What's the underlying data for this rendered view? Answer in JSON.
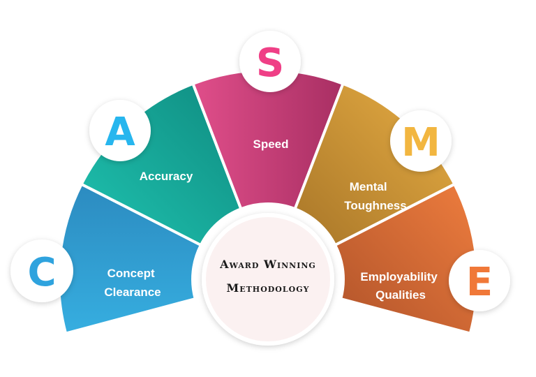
{
  "center": {
    "line1": "Award Winning",
    "line2": "Methodology"
  },
  "segments": [
    {
      "key": "c",
      "letter": "C",
      "label_line1": "Concept",
      "label_line2": "Clearance",
      "color_start": "#2c8bc0",
      "color_end": "#36aee0",
      "letter_color": "#2fa3de"
    },
    {
      "key": "a",
      "letter": "A",
      "label_line1": "Accuracy",
      "label_line2": "",
      "color_start": "#0f8b80",
      "color_end": "#1fc3b0",
      "letter_color": "#27b6ee"
    },
    {
      "key": "s",
      "letter": "S",
      "label_line1": "Speed",
      "label_line2": "",
      "color_start": "#a82f63",
      "color_end": "#e04e8a",
      "letter_color": "#ef3f86"
    },
    {
      "key": "m",
      "letter": "M",
      "label_line1": "Mental",
      "label_line2": "Toughness",
      "color_start": "#a87628",
      "color_end": "#e8ae44",
      "letter_color": "#f2b640"
    },
    {
      "key": "e",
      "letter": "E",
      "label_line1": "Employability",
      "label_line2": "Qualities",
      "color_start": "#b0532a",
      "color_end": "#ee7d3e",
      "letter_color": "#f07838"
    }
  ]
}
